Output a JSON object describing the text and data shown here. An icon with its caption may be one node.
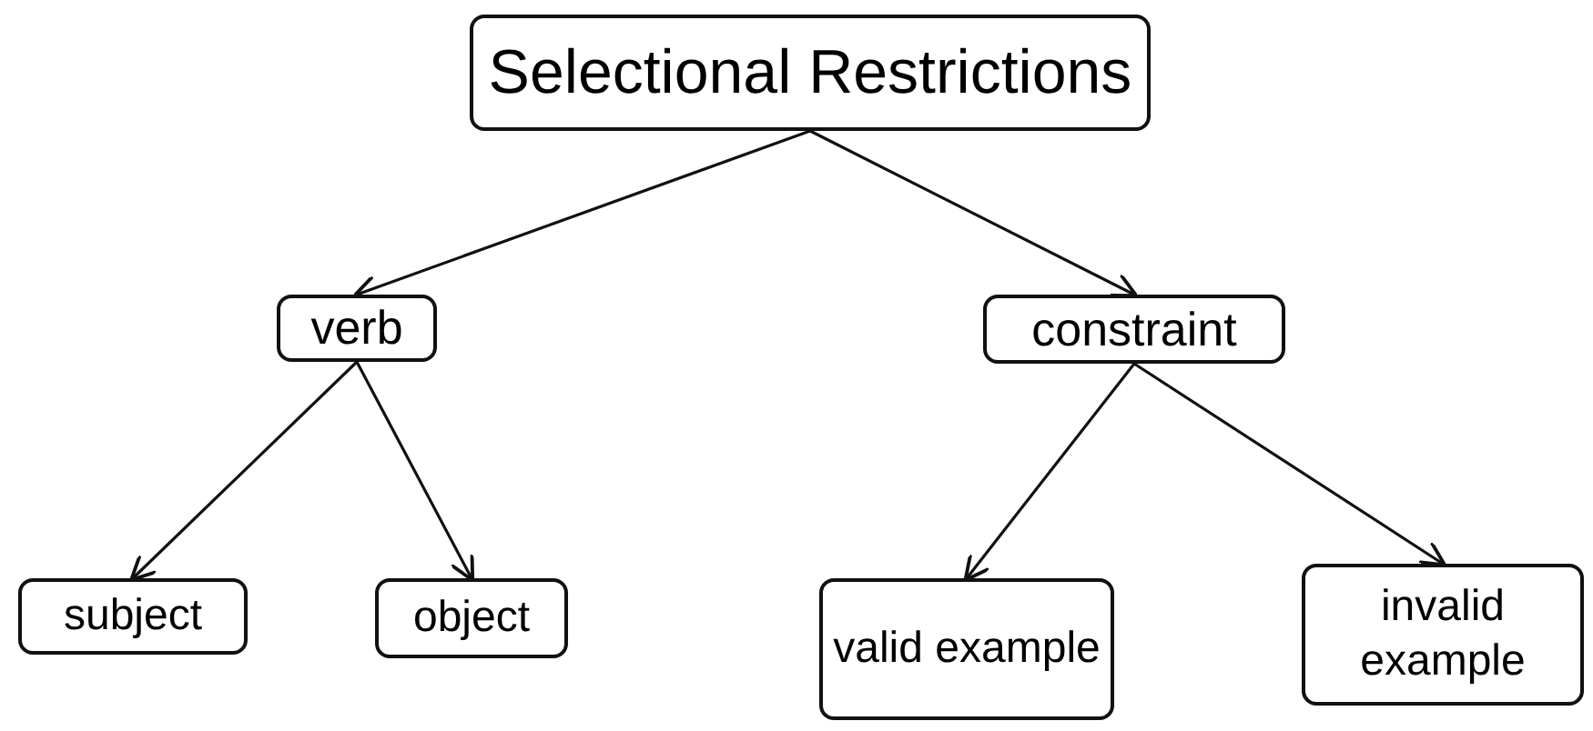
{
  "diagram": {
    "nodes": [
      {
        "text": [
          "Selectional Restrictions"
        ]
      },
      {
        "text": [
          "verb"
        ]
      },
      {
        "text": [
          "constraint"
        ]
      },
      {
        "text": [
          "subject"
        ]
      },
      {
        "text": [
          "object"
        ]
      },
      {
        "text": [
          "valid example"
        ]
      },
      {
        "text": [
          "invalid example"
        ]
      }
    ],
    "edges": [
      {
        "from": 0,
        "to": 1,
        "arrow": "to"
      },
      {
        "from": 0,
        "to": 2,
        "arrow": "to"
      },
      {
        "from": 1,
        "to": 3,
        "arrow": "to"
      },
      {
        "from": 1,
        "to": 4,
        "arrow": "to"
      },
      {
        "from": 2,
        "to": 5,
        "arrow": "to"
      },
      {
        "from": 2,
        "to": 6,
        "arrow": "to"
      }
    ]
  }
}
